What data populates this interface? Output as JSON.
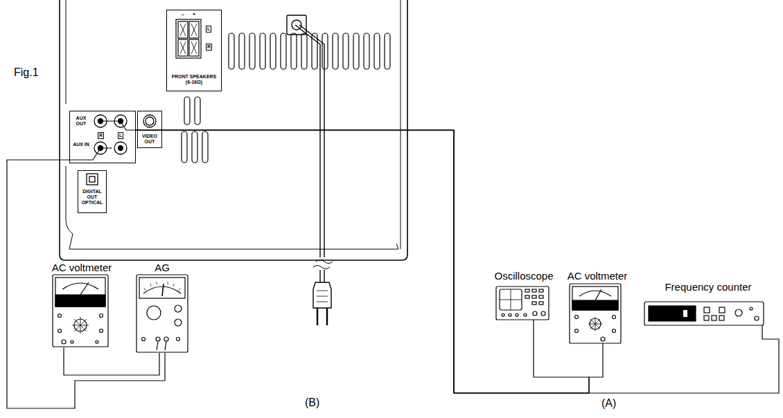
{
  "diagram": {
    "nodes": [
      {
        "text": [
          "AUX OUT",
          "R",
          "L",
          "AUX IN"
        ]
      },
      {
        "text": [
          "VIDEO OUT"
        ]
      },
      {
        "text": [
          "–",
          "+",
          "L",
          "R",
          "FRONT SPEAKERS (6-16Ω)"
        ]
      },
      {
        "text": [
          "DIGITAL OUT OPTICAL"
        ]
      },
      {
        "text": [
          "AC voltmeter"
        ]
      },
      {
        "text": [
          "AG"
        ]
      },
      {
        "text": [
          "Oscilloscope"
        ]
      },
      {
        "text": [
          "AC voltmeter"
        ]
      },
      {
        "text": [
          "Frequency counter"
        ]
      }
    ],
    "edges": [
      {
        "from": 0,
        "to": 6,
        "arrow": "none"
      },
      {
        "from": 0,
        "to": 7,
        "arrow": "none"
      },
      {
        "from": 0,
        "to": 8,
        "arrow": "none"
      },
      {
        "from": 5,
        "to": 0,
        "arrow": "none"
      },
      {
        "from": 4,
        "to": 5,
        "arrow": "none"
      }
    ],
    "labels": [
      "Fig.1",
      "(B)",
      "(A)"
    ]
  }
}
